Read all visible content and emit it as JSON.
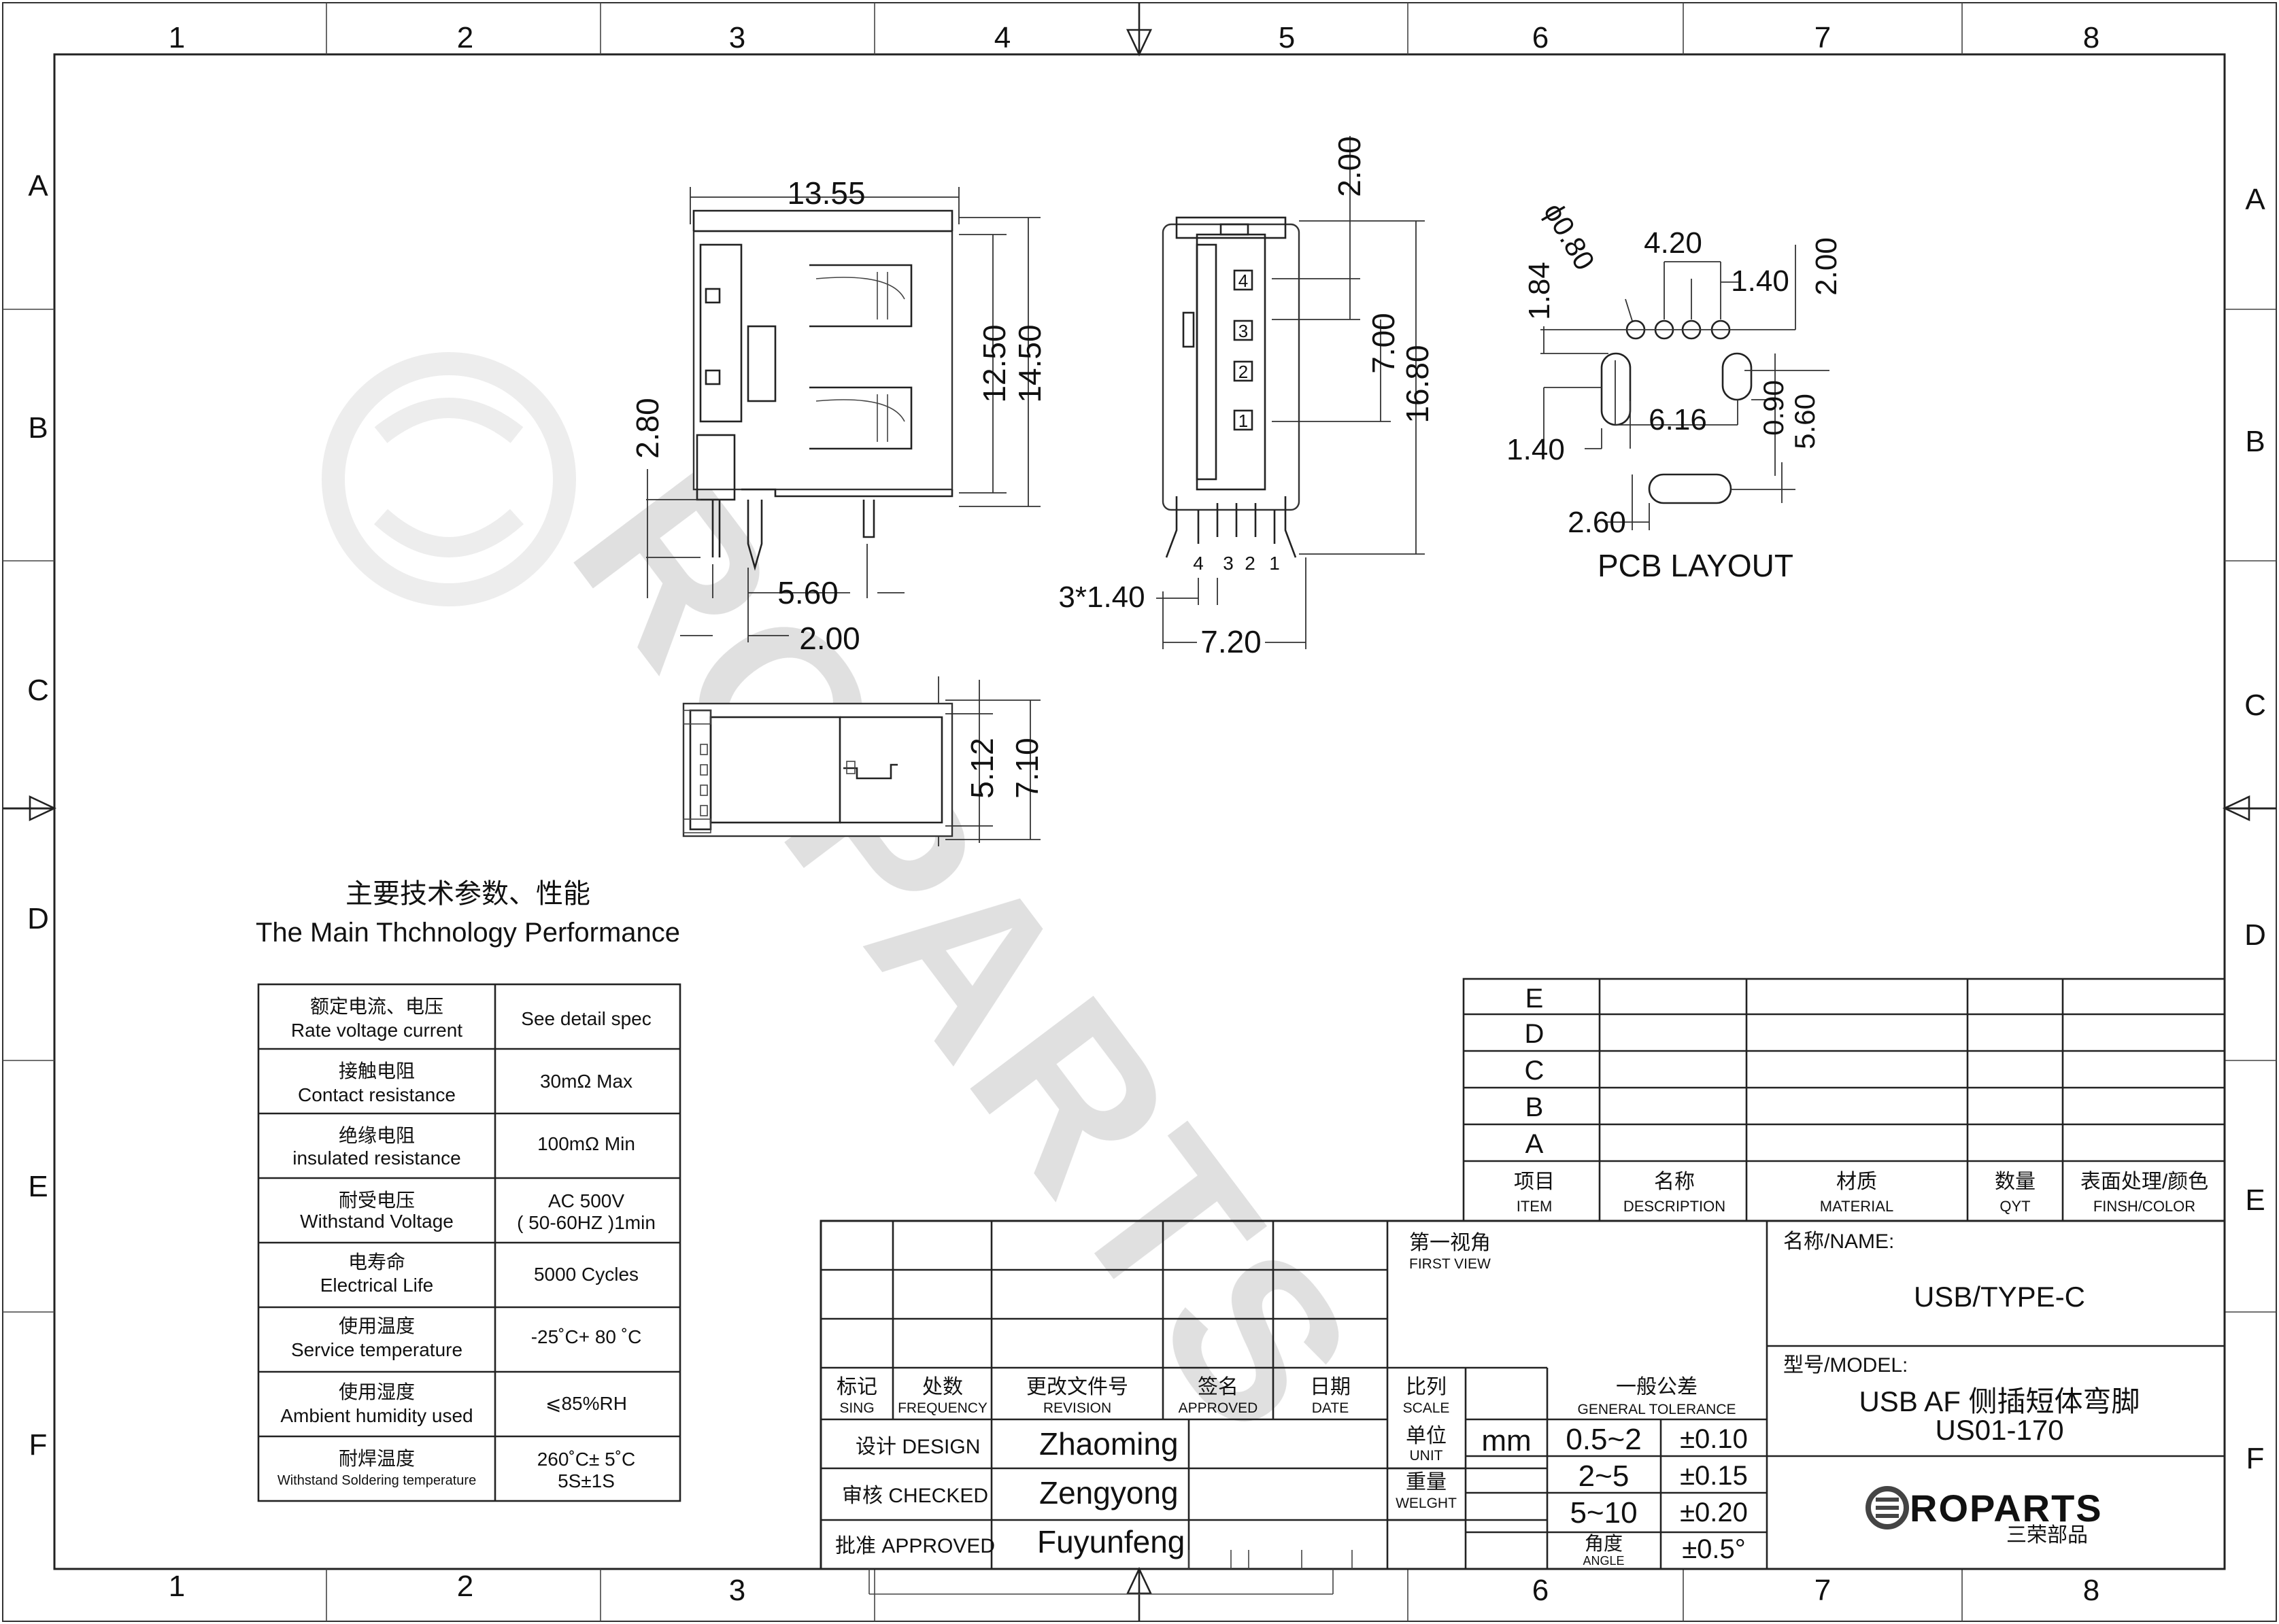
{
  "border": {
    "columns": [
      "1",
      "2",
      "3",
      "4",
      "5",
      "6",
      "7",
      "8"
    ],
    "rows": [
      "A",
      "B",
      "C",
      "D",
      "E",
      "F"
    ]
  },
  "side_view": {
    "dims": {
      "width": "13.55",
      "height_inner": "12.50",
      "height_outer": "14.50",
      "pin_len": "2.80",
      "pin_pitch": "5.60",
      "pin_offset": "2.00"
    }
  },
  "front_view": {
    "dims": {
      "top": "2.00",
      "mid": "7.00",
      "total": "16.80",
      "pitch": "3*1.40",
      "width": "7.20"
    },
    "pins": [
      "4",
      "3",
      "2",
      "1"
    ],
    "bottom_pins": [
      "4",
      "3",
      "2",
      "1"
    ]
  },
  "pcb_layout": {
    "title": "PCB LAYOUT",
    "dims": {
      "hole": "ϕ0.80",
      "pitch": "4.20",
      "pitch2": "1.40",
      "top": "2.00",
      "row_gap": "1.84",
      "slot_h": "0.90",
      "slot_span": "5.60",
      "slot_gap": "6.16",
      "slot_w": "1.40",
      "slot_w2": "2.60"
    }
  },
  "top_view": {
    "dims": {
      "inner": "5.12",
      "outer": "7.10"
    }
  },
  "specs": {
    "title_cn": "主要技术参数、性能",
    "title_en": "The Main Thchnology Performance",
    "rows": [
      {
        "cn": "额定电流、电压",
        "en": "Rate voltage current",
        "value": "See detail spec",
        "value2": ""
      },
      {
        "cn": "接触电阻",
        "en": "Contact resistance",
        "value": "30mΩ Max",
        "value2": ""
      },
      {
        "cn": "绝缘电阻",
        "en": "insulated resistance",
        "value": "100mΩ Min",
        "value2": ""
      },
      {
        "cn": "耐受电压",
        "en": "Withstand Voltage",
        "value": "AC 500V",
        "value2": "( 50-60HZ )1min"
      },
      {
        "cn": "电寿命",
        "en": "Electrical Life",
        "value": "5000 Cycles",
        "value2": ""
      },
      {
        "cn": "使用温度",
        "en": "Service temperature",
        "value": "-25˚C+ 80 ˚C",
        "value2": ""
      },
      {
        "cn": "使用湿度",
        "en": "Ambient humidity used",
        "value": "⩽85%RH",
        "value2": ""
      },
      {
        "cn": "耐焊温度",
        "en": "Withstand Soldering temperature",
        "value": "260˚C± 5˚C",
        "value2": "5S±1S"
      }
    ]
  },
  "bom": {
    "rows": [
      "E",
      "D",
      "C",
      "B",
      "A"
    ],
    "headers": [
      {
        "cn": "项目",
        "en": "ITEM"
      },
      {
        "cn": "名称",
        "en": "DESCRIPTION"
      },
      {
        "cn": "材质",
        "en": "MATERIAL"
      },
      {
        "cn": "数量",
        "en": "QYT"
      },
      {
        "cn": "表面处理/颜色",
        "en": "FINSH/COLOR"
      }
    ]
  },
  "title_block": {
    "revision_headers": [
      {
        "cn": "标记",
        "en": "SING"
      },
      {
        "cn": "处数",
        "en": "FREQUENCY"
      },
      {
        "cn": "更改文件号",
        "en": "REVISION"
      },
      {
        "cn": "签名",
        "en": "APPROVED"
      },
      {
        "cn": "日期",
        "en": "DATE"
      }
    ],
    "design_label": "设计 DESIGN",
    "design_name": "Zhaoming",
    "checked_label": "审核 CHECKED",
    "checked_name": "Zengyong",
    "approved_label": "批准 APPROVED",
    "approved_name": "Fuyunfeng",
    "view_cn": "第一视角",
    "view_en": "FIRST VIEW",
    "scale_cn": "比列",
    "scale_en": "SCALE",
    "unit_cn": "单位",
    "unit_en": "UNIT",
    "unit_value": "mm",
    "weight_cn": "重量",
    "weight_en": "WELGHT",
    "tol_cn": "一般公差",
    "tol_en": "GENERAL TOLERANCE",
    "tolerances": [
      {
        "range": "0.5~2",
        "value": "±0.10"
      },
      {
        "range": "2~5",
        "value": "±0.15"
      },
      {
        "range": "5~10",
        "value": "±0.20"
      }
    ],
    "angle_cn": "角度",
    "angle_en": "ANGLE",
    "angle_value": "±0.5°",
    "name_label": "名称/NAME:",
    "name_value": "USB/TYPE-C",
    "model_label": "型号/MODEL:",
    "model_value": "USB AF 侧插短体弯脚",
    "model_code": "US01-170",
    "logo_text": "ROPARTS",
    "logo_cn": "三荣部品"
  },
  "watermark": "ROPARTS"
}
